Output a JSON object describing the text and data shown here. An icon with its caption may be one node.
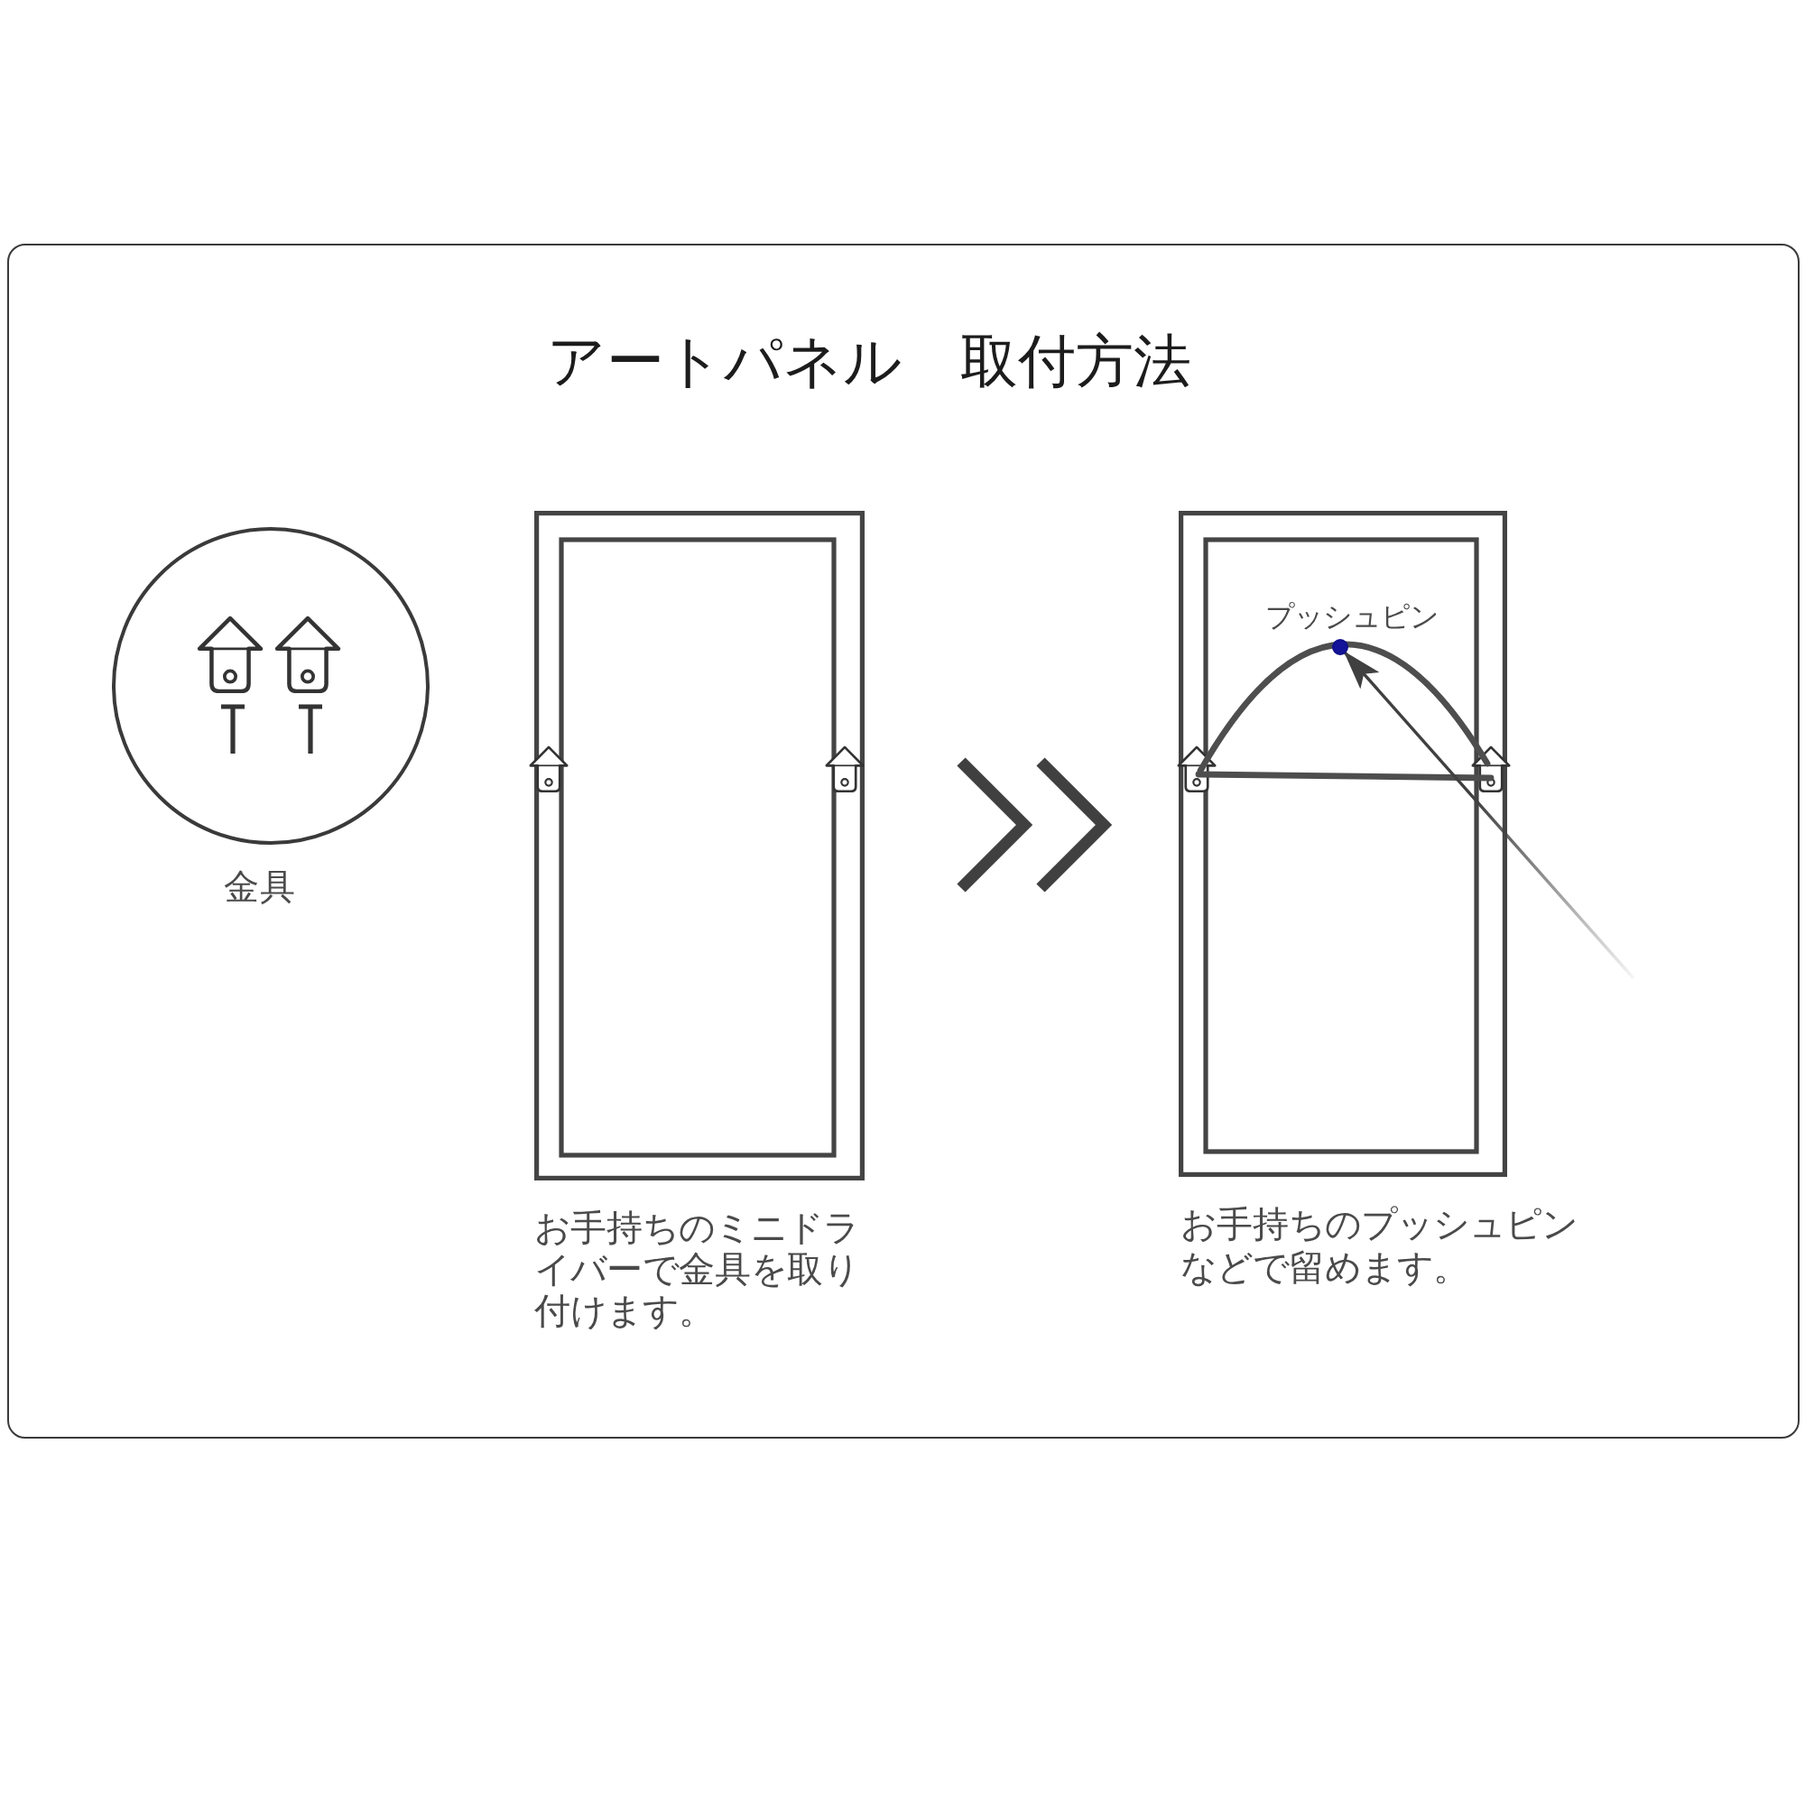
{
  "diagram": {
    "title": "アートパネル　取付方法",
    "nodes": [
      {
        "text": [],
        "shape": "circle",
        "beside": [
          "金具"
        ]
      },
      {
        "text": [],
        "shape": "box",
        "beside": [
          "お手持ちのミニドライバーで金具を取り付けます。"
        ]
      },
      {
        "text": [],
        "shape": "box",
        "beside": [
          "お手持ちのプッシュピンなどで留めます。"
        ]
      },
      {
        "text": [],
        "shape": "circle",
        "beside": [
          "プッシュピン"
        ],
        "in": 2
      }
    ],
    "edges": [
      {
        "from": 1,
        "to": 2,
        "arrow": "to"
      },
      {
        "from": null,
        "to": 3,
        "arrow": "to"
      }
    ]
  }
}
